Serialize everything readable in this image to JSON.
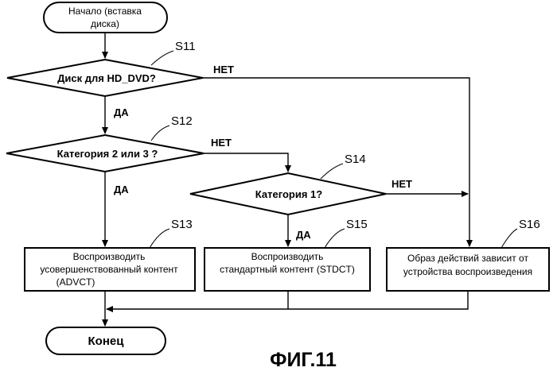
{
  "diagram": {
    "start": {
      "line1": "Начало (вставка",
      "line2": "диска)"
    },
    "decision_s11": {
      "step": "S11",
      "text": "Диск для HD_DVD?",
      "no": "НЕТ",
      "yes": "ДА"
    },
    "decision_s12": {
      "step": "S12",
      "text": "Категория 2 или 3 ?",
      "no": "НЕТ",
      "yes": "ДА"
    },
    "decision_s14": {
      "step": "S14",
      "text": "Категория 1?",
      "no": "НЕТ",
      "yes": "ДА"
    },
    "process_s13": {
      "step": "S13",
      "line1": "Воспроизводить",
      "line2": "усовершенствованный контент",
      "line3": "(ADVCT)"
    },
    "process_s15": {
      "step": "S15",
      "line1": "Воспроизводить",
      "line2": "стандартный контент (STDCT)"
    },
    "process_s16": {
      "step": "S16",
      "line1": "Образ действий зависит от",
      "line2": "устройства воспроизведения"
    },
    "end": {
      "text": "Конец"
    },
    "caption": "ФИГ.11"
  }
}
